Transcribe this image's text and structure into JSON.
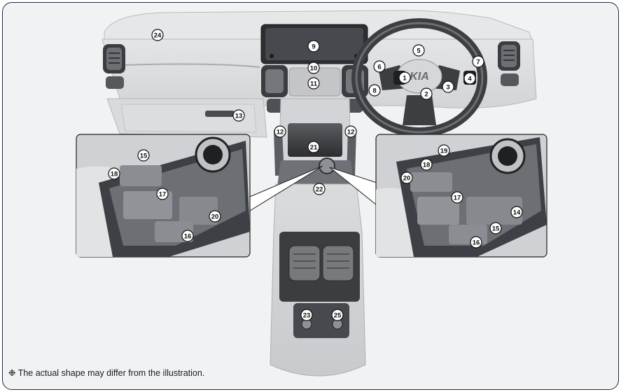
{
  "callouts": {
    "c1": "1",
    "c2": "2",
    "c3": "3",
    "c4": "4",
    "c5": "5",
    "c6": "6",
    "c7": "7",
    "c8": "8",
    "c9": "9",
    "c10": "10",
    "c11": "11",
    "c12": "12",
    "c13": "13",
    "c14": "14",
    "c15": "15",
    "c16": "16",
    "c17": "17",
    "c18": "18",
    "c19": "19",
    "c20": "20",
    "c21": "21",
    "c22": "22",
    "c23": "23",
    "c24": "24",
    "c25": "25"
  },
  "footnote": "❉ The actual shape may differ from the illustration.",
  "colors": {
    "frame": "#1f2a44",
    "background": "#f1f2f3",
    "dash": "#d6d8da",
    "detail_dark": "#3a3c3f"
  }
}
